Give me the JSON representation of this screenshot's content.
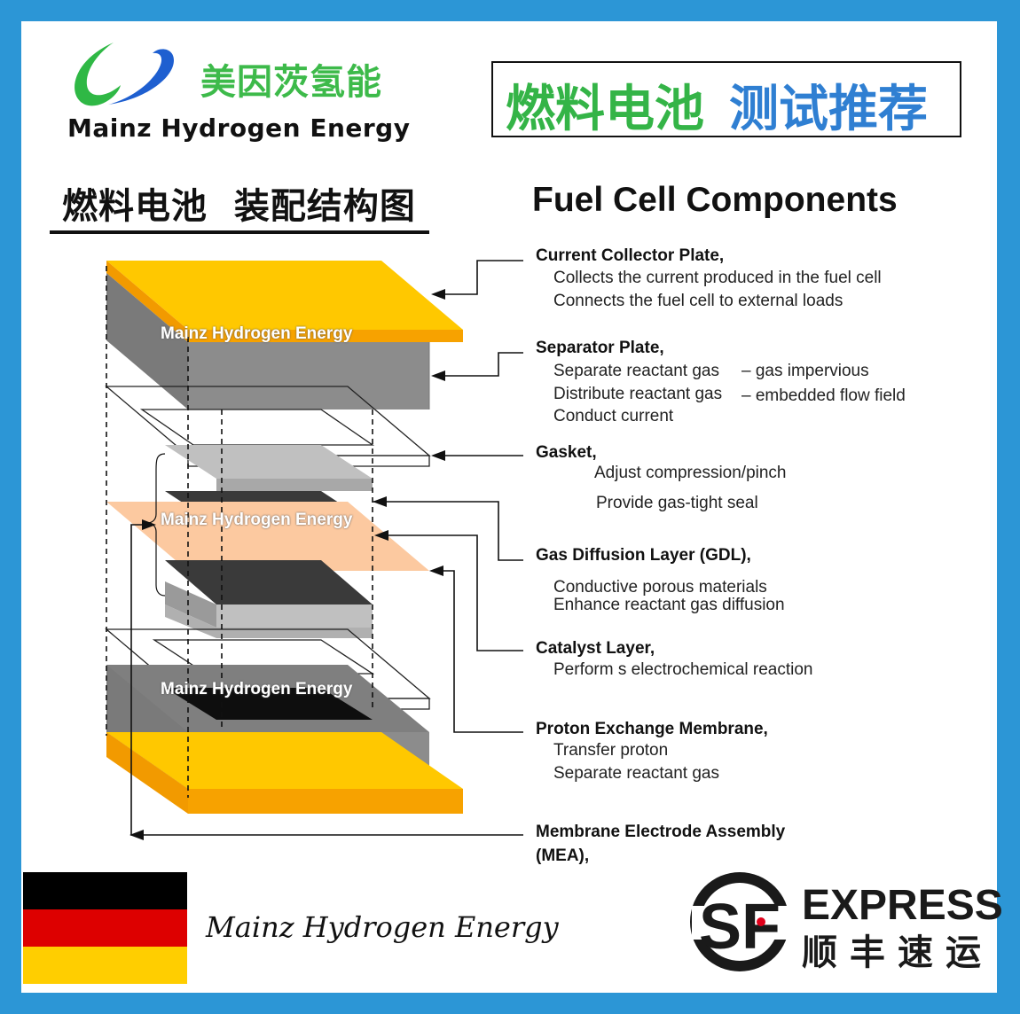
{
  "brand": {
    "name_cn": "美因茨氢能",
    "name_en": "Mainz Hydrogen Energy",
    "signature": "Mainz Hydrogen Energy"
  },
  "promo": {
    "green_text": "燃料电池",
    "blue_text": "测试推荐"
  },
  "titles": {
    "cn": "燃料电池  装配结构图",
    "en": "Fuel Cell Components"
  },
  "watermark": "Mainz Hydrogen Energy",
  "components": [
    {
      "name": "Current Collector Plate,",
      "lines": [
        "Collects the current produced in the fuel cell",
        "Connects the fuel cell to external loads"
      ]
    },
    {
      "name": "Separator Plate,",
      "lines": [
        "Separate reactant gas",
        "Distribute reactant gas",
        "Conduct current"
      ],
      "notes": [
        "– gas impervious",
        "– embedded flow field"
      ]
    },
    {
      "name": "Gasket,",
      "lines": [
        "Adjust compression/pinch",
        "Provide gas-tight seal"
      ]
    },
    {
      "name": "Gas Diffusion Layer (GDL),",
      "lines": [
        "Conductive porous materials",
        "Enhance reactant gas diffusion"
      ]
    },
    {
      "name": "Catalyst Layer,",
      "lines": [
        "Perform s electrochemical reaction"
      ]
    },
    {
      "name": "Proton Exchange Membrane,",
      "lines": [
        "Transfer proton",
        "Separate reactant gas"
      ]
    },
    {
      "name": "Membrane Electrode Assembly",
      "lines": [
        "(MEA),"
      ]
    }
  ],
  "courier": {
    "express": "EXPRESS",
    "name_cn": "顺丰速运",
    "logo_letters": "SF"
  },
  "colors": {
    "frame": "#2c96d6",
    "collector": "#ffc800",
    "collector_edge": "#f7a200",
    "separator": "#8c8c8c",
    "membrane": "#fcc9a0",
    "catalyst": "#3a3a3a",
    "gdl": "#c0c0c0",
    "brand_green": "#3dba4a",
    "brand_blue": "#2f7fd2",
    "flag": [
      "#000000",
      "#dd0000",
      "#ffce00"
    ]
  }
}
